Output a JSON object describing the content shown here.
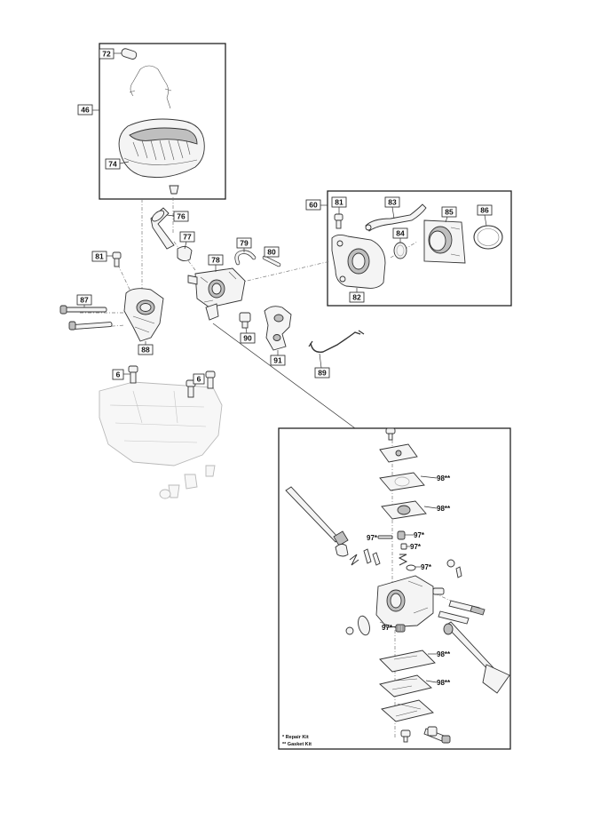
{
  "diagram": {
    "labels": {
      "p46": "46",
      "p72": "72",
      "p74": "74",
      "p76": "76",
      "p77": "77",
      "p78": "78",
      "p79": "79",
      "p80": "80",
      "p81a": "81",
      "p87": "87",
      "p88": "88",
      "p6a": "6",
      "p6b": "6",
      "p90": "90",
      "p91": "91",
      "p89": "89",
      "p60": "60",
      "p81b": "81",
      "p83": "83",
      "p85": "85",
      "p86": "86",
      "p84": "84",
      "p82": "82"
    },
    "kit_marks": {
      "m1": "98**",
      "m2": "98**",
      "m3": "97*",
      "m4": "97*",
      "m5": "97*",
      "m6": "97*",
      "m7": "97*",
      "m8": "98**",
      "m9": "98**"
    },
    "legend": {
      "repair": "* Repair Kit",
      "gasket": "** Gasket Kit"
    }
  }
}
